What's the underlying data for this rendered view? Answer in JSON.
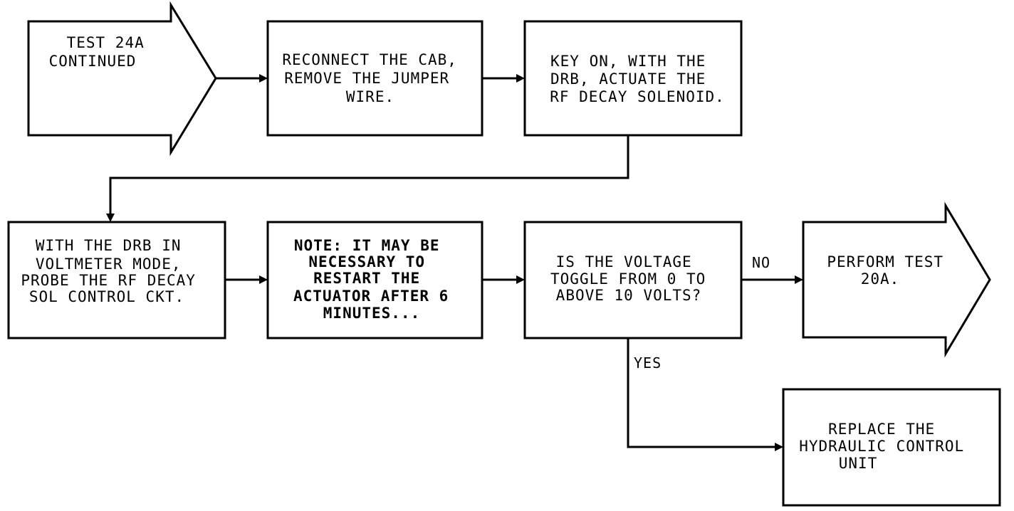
{
  "nodes": {
    "start": {
      "lines": [
        "TEST 24A",
        "CONTINUED"
      ]
    },
    "reconnect": {
      "lines": [
        "RECONNECT THE CAB,",
        "REMOVE THE JUMPER",
        "WIRE."
      ]
    },
    "key_on": {
      "lines": [
        "KEY ON, WITH THE",
        "DRB, ACTUATE THE",
        "RF DECAY SOLENOID."
      ]
    },
    "probe": {
      "lines": [
        "WITH THE DRB IN",
        "VOLTMETER MODE,",
        "PROBE THE RF DECAY",
        "SOL CONTROL CKT."
      ]
    },
    "note": {
      "lines": [
        "NOTE: IT MAY BE",
        "NECESSARY TO",
        "RESTART THE",
        "ACTUATOR AFTER 6",
        "MINUTES..."
      ]
    },
    "question": {
      "lines": [
        "IS THE VOLTAGE",
        "TOGGLE FROM 0 TO",
        "ABOVE 10 VOLTS?"
      ]
    },
    "perform": {
      "lines": [
        "PERFORM TEST",
        "20A."
      ]
    },
    "replace": {
      "lines": [
        "REPLACE THE",
        "HYDRAULIC CONTROL",
        "UNIT"
      ]
    }
  },
  "edges": {
    "no_label": "NO",
    "yes_label": "YES"
  }
}
